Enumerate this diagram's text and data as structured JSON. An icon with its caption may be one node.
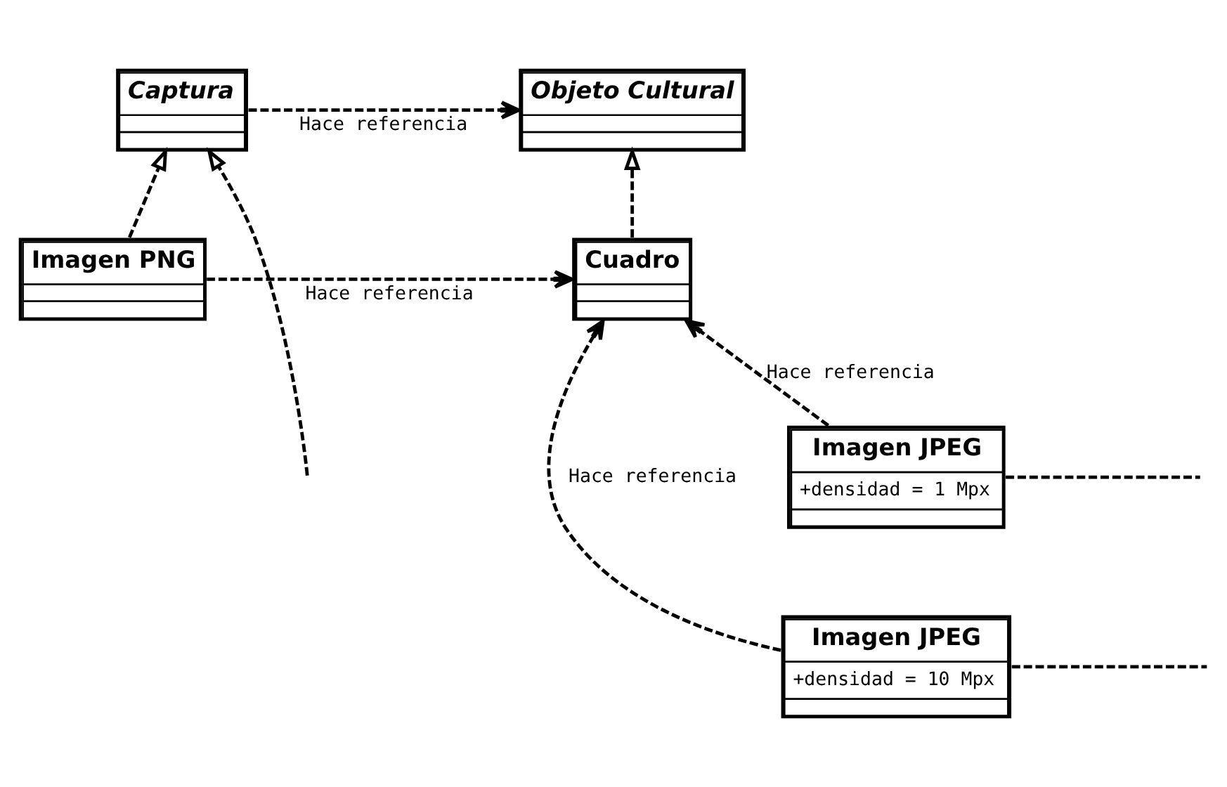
{
  "diagram": {
    "nodes": [
      {
        "text": [
          "Objeto Cultural"
        ]
      },
      {
        "text": [
          "Captura"
        ]
      },
      {
        "text": [
          "Cuadro"
        ]
      },
      {
        "text": [
          "Imagen PNG"
        ]
      },
      {
        "text": [
          "Imagen JPEG",
          "+densidad = 1 Mpx"
        ]
      },
      {
        "text": [
          "Imagen JPEG",
          "+densidad = 10 Mpx"
        ]
      }
    ],
    "edges": [
      {
        "from": 1,
        "to": 0,
        "arrow": "to",
        "style": "dashed",
        "label": "Hace referencia"
      },
      {
        "from": 2,
        "to": 0,
        "arrow": "to",
        "style": "dashed"
      },
      {
        "from": 3,
        "to": 1,
        "arrow": "to",
        "style": "dashed"
      },
      {
        "from": null,
        "to": 1,
        "arrow": "to",
        "style": "dashed"
      },
      {
        "from": 3,
        "to": 2,
        "arrow": "to",
        "style": "dashed",
        "label": "Hace referencia"
      },
      {
        "from": 4,
        "to": 2,
        "arrow": "to",
        "style": "dashed",
        "label": "Hace referencia"
      },
      {
        "from": 4,
        "to": null,
        "arrow": "none",
        "style": "dashed"
      },
      {
        "from": 5,
        "to": 2,
        "arrow": "to",
        "style": "dashed",
        "label": "Hace referencia"
      },
      {
        "from": 5,
        "to": null,
        "arrow": "none",
        "style": "dashed"
      }
    ]
  }
}
